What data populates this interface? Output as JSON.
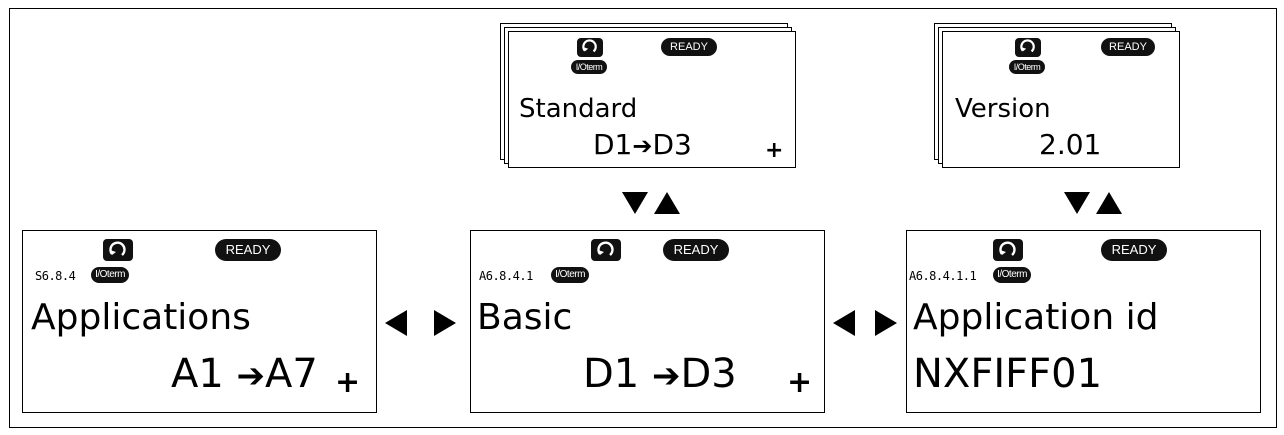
{
  "panels": {
    "applications": {
      "code": "S6.8.4",
      "io": "I/Oterm",
      "status": "READY",
      "title": "Applications",
      "value_from": "A1",
      "arrow": "➔",
      "value_to": "A7",
      "more": "+"
    },
    "basic": {
      "code": "A6.8.4.1",
      "io": "I/Oterm",
      "status": "READY",
      "title": "Basic",
      "value_from": "D1",
      "arrow": "➔",
      "value_to": "D3",
      "more": "+"
    },
    "standard": {
      "io": "I/Oterm",
      "status": "READY",
      "title": "Standard",
      "value_from": "D1",
      "arrow": "➔",
      "value_to": "D3",
      "more": "+"
    },
    "application_id": {
      "code": "A6.8.4.1.1",
      "io": "I/Oterm",
      "status": "READY",
      "title": "Application id",
      "value": "NXFIFF01"
    },
    "version": {
      "io": "I/Oterm",
      "status": "READY",
      "title": "Version",
      "value": "2.01"
    }
  },
  "colors": {
    "ink": "#111111",
    "background": "#ffffff"
  }
}
